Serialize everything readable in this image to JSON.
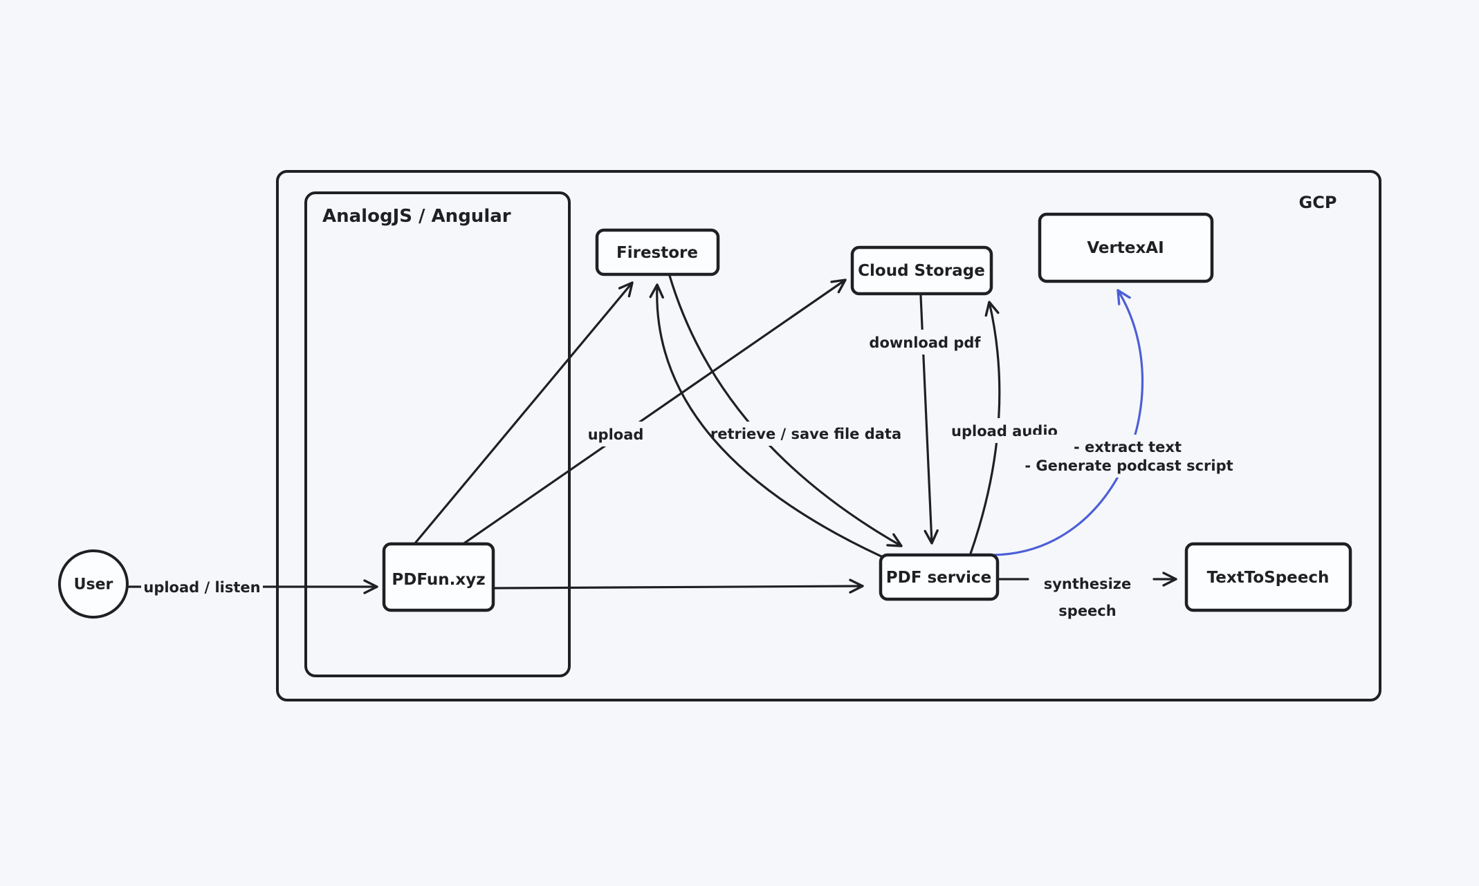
{
  "canvas": {
    "background": "#f6f7fa",
    "stroke": "#1f2023",
    "accent_blue": "#4c5fd8"
  },
  "containers": {
    "gcp": {
      "label": "GCP"
    },
    "frontend": {
      "label": "AnalogJS / Angular"
    }
  },
  "nodes": {
    "user": {
      "label": "User",
      "shape": "ellipse"
    },
    "pdfun": {
      "label": "PDFun.xyz",
      "shape": "rectangle"
    },
    "firestore": {
      "label": "Firestore",
      "shape": "rectangle"
    },
    "cloud_storage": {
      "label": "Cloud Storage",
      "shape": "rectangle"
    },
    "vertexai": {
      "label": "VertexAI",
      "shape": "rectangle"
    },
    "pdf_service": {
      "label": "PDF service",
      "shape": "rectangle"
    },
    "texttospeech": {
      "label": "TextToSpeech",
      "shape": "rectangle"
    }
  },
  "edges": {
    "user_pdfun": {
      "from": "User",
      "to": "PDFun.xyz",
      "label": "upload / listen"
    },
    "pdfun_firestore": {
      "from": "PDFun.xyz",
      "to": "Firestore",
      "label": ""
    },
    "pdfun_cloud": {
      "from": "PDFun.xyz",
      "to": "Cloud Storage",
      "label": "upload"
    },
    "firestore_pdf": {
      "from": "Firestore",
      "to": "PDF service",
      "label": "retrieve / save file data"
    },
    "pdf_firestore": {
      "from": "PDF service",
      "to": "Firestore",
      "label": ""
    },
    "cloud_pdf": {
      "from": "Cloud Storage",
      "to": "PDF service",
      "label": "download pdf"
    },
    "pdf_cloud": {
      "from": "PDF service",
      "to": "Cloud Storage",
      "label": "upload audio"
    },
    "pdfun_pdf": {
      "from": "PDFun.xyz",
      "to": "PDF service",
      "label": ""
    },
    "pdf_vertex": {
      "from": "PDF service",
      "to": "VertexAI",
      "color": "#4c5fd8",
      "label_lines": [
        "- extract text",
        "- Generate podcast script"
      ]
    },
    "pdf_tts": {
      "from": "PDF service",
      "to": "TextToSpeech",
      "label_lines": [
        "synthesize",
        "speech"
      ]
    }
  }
}
